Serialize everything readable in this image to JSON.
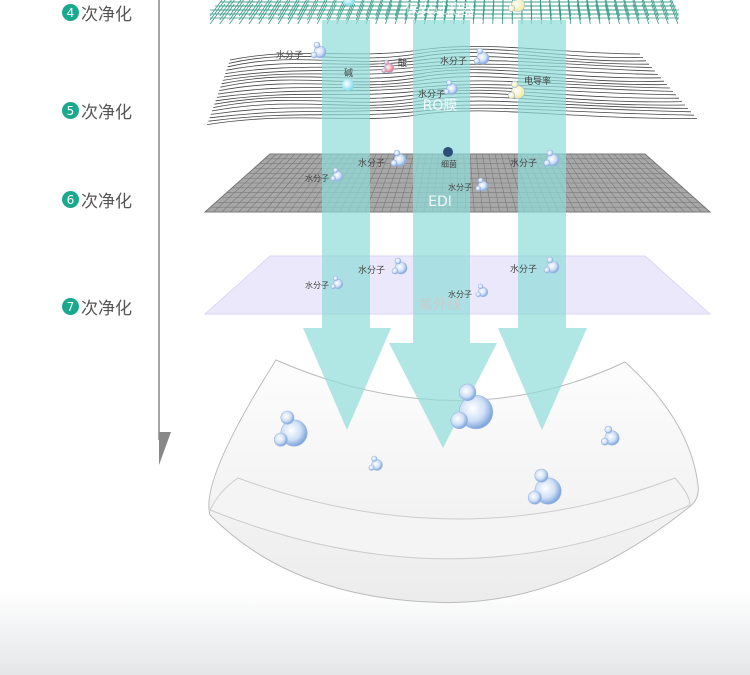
{
  "steps": [
    {
      "num": "4",
      "label": "次净化"
    },
    {
      "num": "5",
      "label": "次净化"
    },
    {
      "num": "6",
      "label": "次净化"
    },
    {
      "num": "7",
      "label": "次净化"
    }
  ],
  "layers": {
    "filter": "保安过滤器",
    "ro": "RO膜",
    "edi": "EDI",
    "uv": "紫外线"
  },
  "particles": {
    "water": "水分子",
    "alkali": "碱",
    "acid": "酸",
    "conductivity": "电导率",
    "bacteria": "细菌"
  },
  "colors": {
    "accent": "#1aa88f",
    "stream": "#8fdcd9",
    "uv": "#ece8fc",
    "filter": "#3a9a88"
  }
}
